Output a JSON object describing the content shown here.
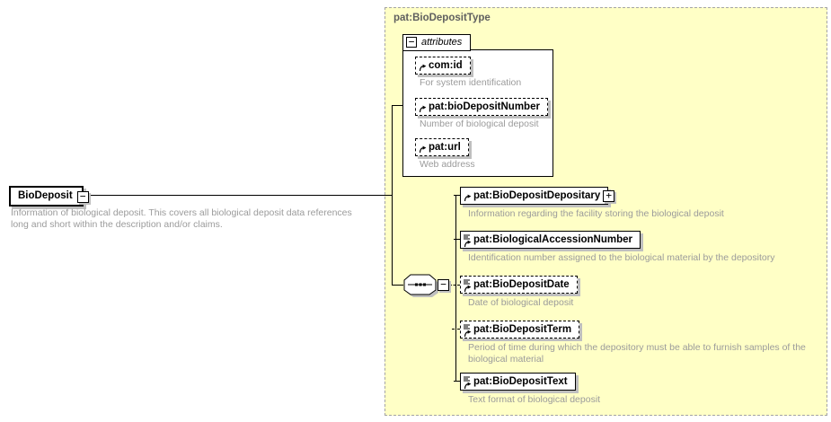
{
  "icons": {
    "collapse": "−",
    "expand": "+"
  },
  "colors": {
    "type_background": "#ffffc6",
    "node_background": "#ffffff",
    "shadow": "#bfbfbf",
    "annotation_text": "#9b9b9b",
    "type_title_text": "#5f5f5f"
  },
  "root": {
    "name": "BioDeposit",
    "description": "Information of biological deposit. This covers all biological deposit data references long and short within the description and/or claims."
  },
  "type_box": {
    "title": "pat:BioDepositType"
  },
  "attributes_group": {
    "label": "attributes",
    "items": [
      {
        "name": "com:id",
        "annotation": "For system identification",
        "optional": true
      },
      {
        "name": "pat:bioDepositNumber",
        "annotation": "Number of biological deposit",
        "optional": true
      },
      {
        "name": "pat:url",
        "annotation": "Web address",
        "optional": true
      }
    ]
  },
  "sequence": {
    "compositor": "sequence",
    "children": [
      {
        "name": "pat:BioDepositDepositary",
        "annotation": "Information regarding the facility storing the biological deposit",
        "optional": false,
        "expandable": true
      },
      {
        "name": "pat:BiologicalAccessionNumber",
        "annotation": "Identification number assigned to the biological material by the depository",
        "optional": false
      },
      {
        "name": "pat:BioDepositDate",
        "annotation": "Date of biological deposit",
        "optional": true
      },
      {
        "name": "pat:BioDepositTerm",
        "annotation": "Period of time during which the depository must be able to furnish samples of the biological material",
        "optional": true
      },
      {
        "name": "pat:BioDepositText",
        "annotation": "Text format of biological deposit",
        "optional": false
      }
    ]
  }
}
